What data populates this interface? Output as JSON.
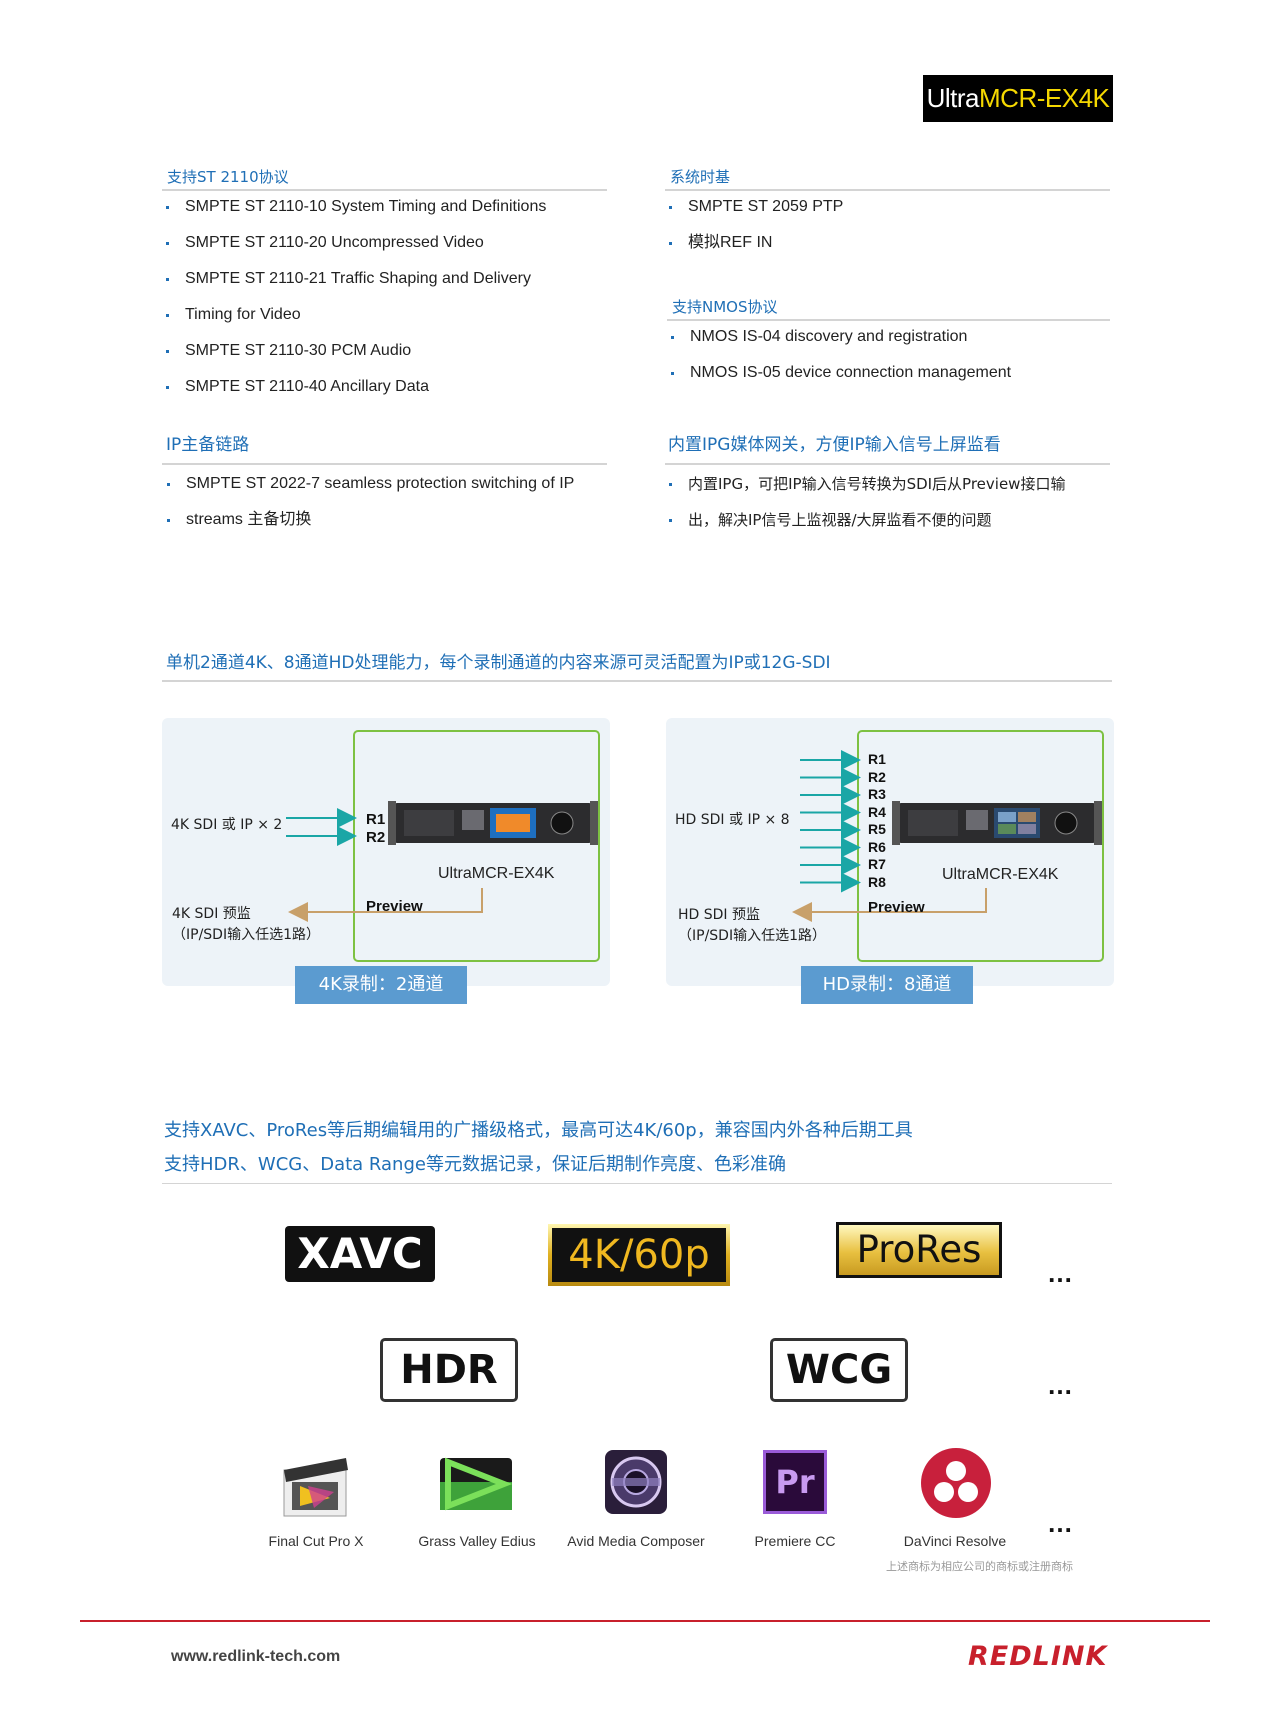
{
  "badge": {
    "part1": "Ultra",
    "part2": "MCR-EX4K"
  },
  "st2110": {
    "title": "支持ST 2110协议",
    "items": [
      "SMPTE ST 2110-10 System Timing and Definitions",
      "SMPTE ST 2110-20 Uncompressed Video",
      "SMPTE ST 2110-21 Traffic Shaping and Delivery",
      "SMPTE ST 2110-30 PCM Audio",
      "SMPTE ST 2110-40 Ancillary Data"
    ],
    "item3_cont": "Timing for Video"
  },
  "timing": {
    "title": "系统时基",
    "items": [
      "SMPTE ST 2059 PTP",
      "模拟REF IN"
    ]
  },
  "nmos": {
    "title": "支持NMOS协议",
    "items": [
      "NMOS IS-04 discovery and registration",
      "NMOS IS-05 device connection management"
    ]
  },
  "ip_redundancy": {
    "title": "IP主备链路",
    "item_line1": "SMPTE ST 2022-7 seamless protection switching of IP",
    "item_line2": "streams 主备切换"
  },
  "ipg": {
    "title": "内置IPG媒体网关，方便IP输入信号上屏监看",
    "item_line1": "内置IPG，可把IP输入信号转换为SDI后从Preview接口输",
    "item_line2": "出，解决IP信号上监视器/大屏监看不便的问题"
  },
  "capacity_title": "单机2通道4K、8通道HD处理能力，每个录制通道的内容来源可灵活配置为IP或12G-SDI",
  "diagram_4k": {
    "input_label": "4K SDI 或  IP × 2",
    "channels": [
      "R1",
      "R2"
    ],
    "device": "UltraMCR-EX4K",
    "preview": "Preview",
    "monitor_line1": "4K SDI 预监",
    "monitor_line2": "（IP/SDI输入任选1路）",
    "tab": "4K录制：2通道"
  },
  "diagram_hd": {
    "input_label": "HD SDI 或  IP × 8",
    "channels": [
      "R1",
      "R2",
      "R3",
      "R4",
      "R5",
      "R6",
      "R7",
      "R8"
    ],
    "device": "UltraMCR-EX4K",
    "preview": "Preview",
    "monitor_line1": "HD SDI 预监",
    "monitor_line2": "（IP/SDI输入任选1路）",
    "tab": "HD录制：8通道"
  },
  "formats_line1": "支持XAVC、ProRes等后期编辑用的广播级格式，最高可达4K/60p，兼容国内外各种后期工具",
  "formats_line2": "支持HDR、WCG、Data Range等元数据记录，保证后期制作亮度、色彩准确",
  "format_logos": [
    "XAVC",
    "4K/60p",
    "ProRes"
  ],
  "metadata_logos": [
    "HDR",
    "WCG"
  ],
  "ellipsis": "…",
  "apps": [
    {
      "name": "Final Cut Pro X",
      "icon": "final-cut-pro-icon"
    },
    {
      "name": "Grass Valley Edius",
      "icon": "edius-icon"
    },
    {
      "name": "Avid Media Composer",
      "icon": "avid-icon"
    },
    {
      "name": "Premiere CC",
      "icon": "premiere-icon",
      "glyph": "Pr"
    },
    {
      "name": "DaVinci Resolve",
      "icon": "davinci-icon"
    }
  ],
  "trademark_note": "上述商标为相应公司的商标或注册商标",
  "footer": {
    "url": "www.redlink-tech.com",
    "brand": "REDLINK"
  },
  "colors": {
    "accent_blue": "#1f6fb6",
    "green_frame": "#7dc142",
    "brand_red": "#c8202c",
    "tab_blue": "#5b9bd0"
  }
}
